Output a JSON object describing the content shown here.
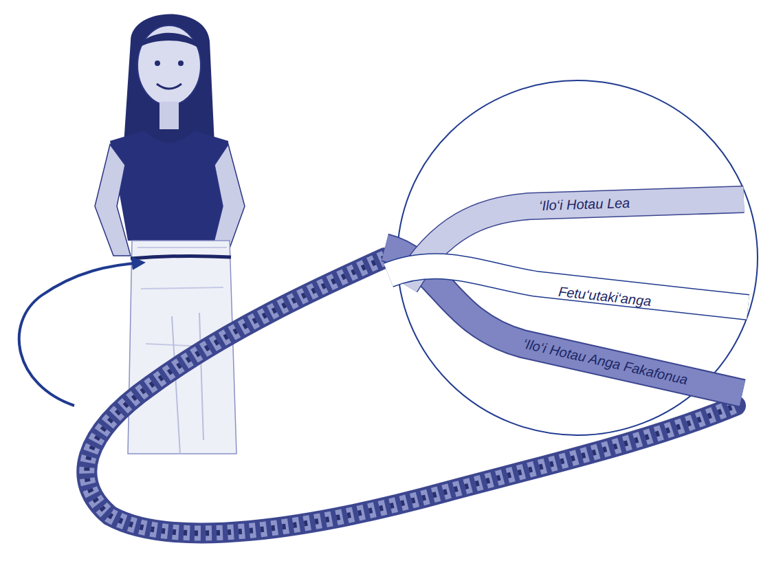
{
  "diagram": {
    "nodes": [
      {
        "text": [
          "‘Ilo‘i Hotau Lea"
        ]
      },
      {
        "text": [
          "Fetu‘utaki‘anga"
        ]
      },
      {
        "text": [
          "‘Ilo‘i Hotau Anga Fakafonua"
        ]
      }
    ]
  }
}
